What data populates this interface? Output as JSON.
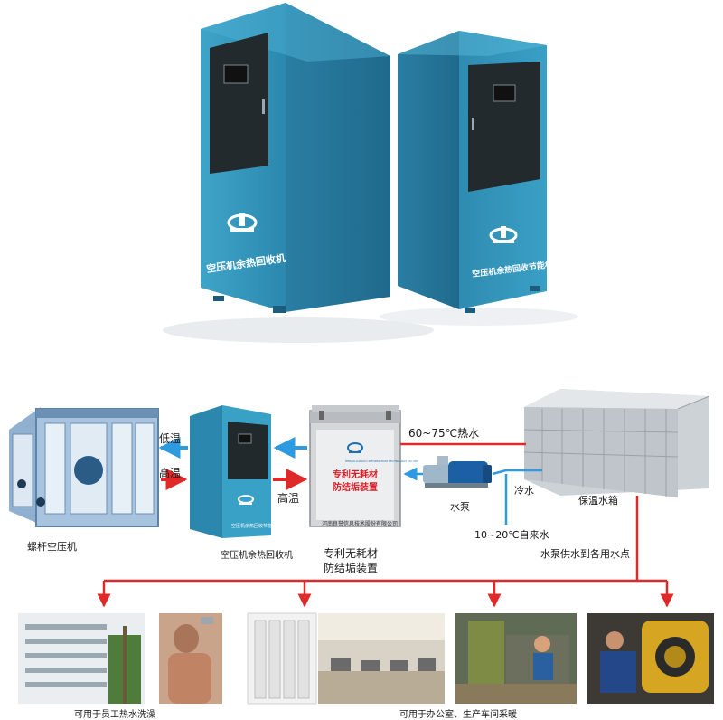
{
  "product_top": {
    "cabinet_left_text": "空压机余热回收机",
    "cabinet_right_text": "空压机余热回收节能机组"
  },
  "flow": {
    "compressor_label": "螺杆空压机",
    "recovery_label": "空压机余热回收机",
    "recovery_small_text": "空压机余热回收节能机组",
    "device_label_line1": "专利无耗材",
    "device_label_line2": "防结垢装置",
    "device_panel_line1": "专利无耗材",
    "device_panel_line2": "防结垢装置",
    "device_company": "河南良誉信息技术股份有限公司",
    "device_company_en": "HENAN LIANGYU INFORMATION TECHNOLOGY CO.,LTD",
    "low_temp": "低温",
    "high_temp_1": "高温",
    "high_temp_2": "高温",
    "hot_water": "60~75℃热水",
    "cold_water": "冷水",
    "pump_label": "水泵",
    "tap_water": "10~20℃自来水",
    "tank_label": "保温水箱",
    "supply_label": "水泵供水到各用水点"
  },
  "uses": {
    "shower_caption": "可用于员工热水洗澡",
    "heating_caption": "可用于办公室、生产车间采暖"
  },
  "colors": {
    "cabinet_blue": "#2f8fb3",
    "hot_red": "#e02a2a",
    "cold_blue": "#2e9be0"
  }
}
